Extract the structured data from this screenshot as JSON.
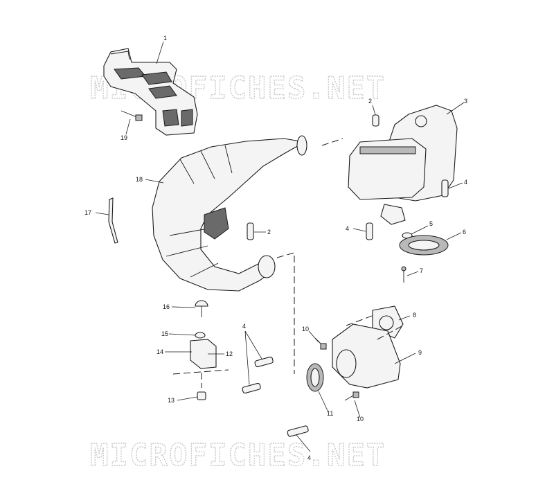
{
  "watermarks": [
    "MICROFICHES.NET",
    "MICROFICHES.NET"
  ],
  "callouts": {
    "c1": "1",
    "c2a": "2",
    "c2b": "2",
    "c3": "3",
    "c4a": "4",
    "c4b": "4",
    "c4c": "4",
    "c4d": "4",
    "c5": "5",
    "c6": "6",
    "c7": "7",
    "c8": "8",
    "c9": "9",
    "c10a": "10",
    "c10b": "10",
    "c11": "11",
    "c12": "12",
    "c13": "13",
    "c14": "14",
    "c15": "15",
    "c16": "16",
    "c17": "17",
    "c18": "18",
    "c19": "19"
  },
  "colors": {
    "line": "#1a1a1a",
    "watermark": "#c8c8c8",
    "background": "#ffffff"
  }
}
